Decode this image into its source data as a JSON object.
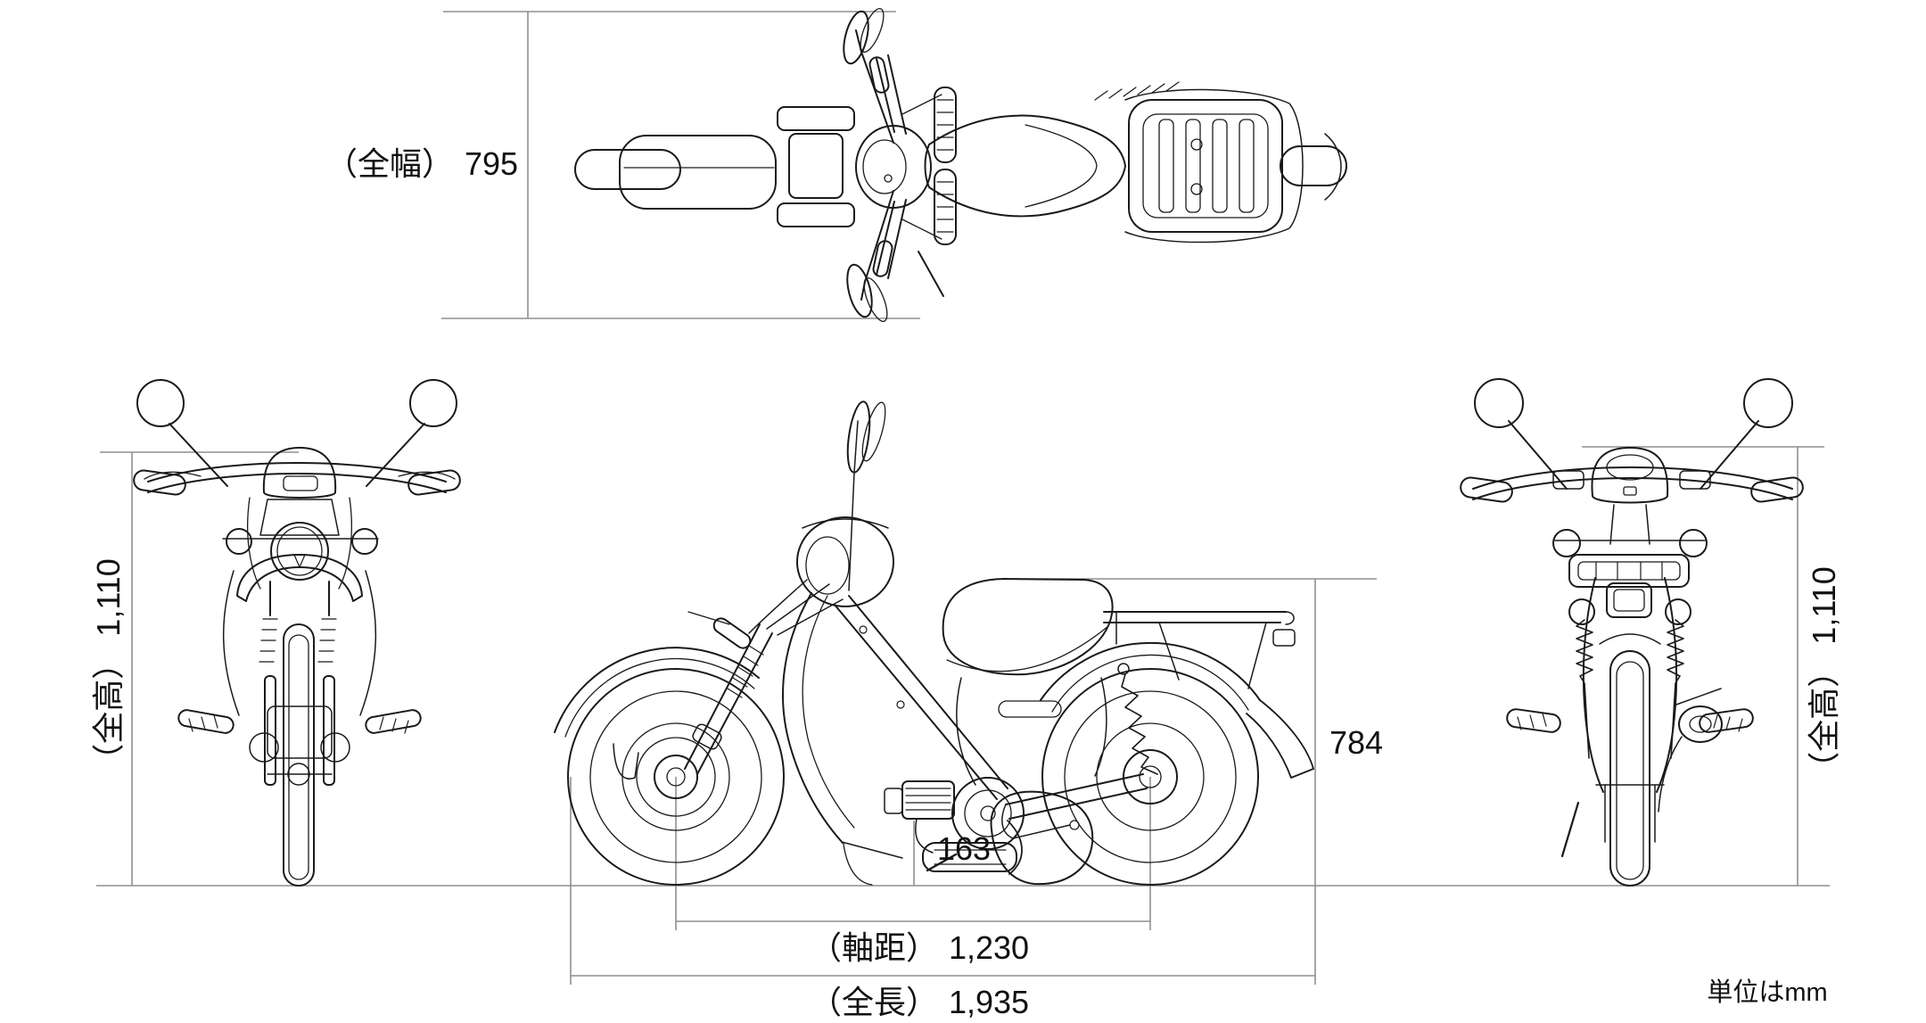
{
  "units_note": "単位はmm",
  "dimensions": {
    "overall_width": {
      "label": "（全幅）",
      "value": "795"
    },
    "overall_height_left": {
      "label": "（全高）",
      "value": "1,110"
    },
    "overall_height_right": {
      "label": "（全高）",
      "value": "1,110"
    },
    "seat_height": {
      "value": "784"
    },
    "ground_clearance": {
      "value": "163"
    },
    "wheelbase": {
      "label": "（軸距）",
      "value": "1,230"
    },
    "overall_length": {
      "label": "（全長）",
      "value": "1,935"
    }
  },
  "colors": {
    "background": "#ffffff",
    "line_art": "#1a1a1a",
    "dimension_lines": "#8f8f8f",
    "text": "#111111"
  }
}
